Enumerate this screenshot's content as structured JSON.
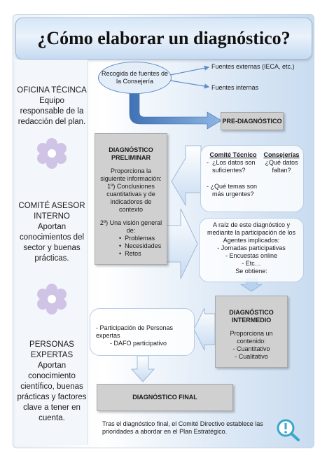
{
  "title": "¿Cómo elaborar un diagnóstico?",
  "sidebar": {
    "oficina": {
      "heading": "OFICINA TÉCINCA",
      "desc": "Equipo responsable de la redacción del plan."
    },
    "comite": {
      "heading": "COMITÉ ASESOR INTERNO",
      "desc": "Aportan conocimientos del sector y buenas prácticas."
    },
    "expertas": {
      "heading": "PERSONAS EXPERTAS",
      "desc": "Aportan conocimiento científico, buenas prácticas y factores clave a tener en cuenta."
    }
  },
  "flow": {
    "recogida": "Recogida de fuentes de la Consejería",
    "fuentes_externas": "Fuentes externas (IECA, etc.)",
    "fuentes_internas": "Fuentes internas",
    "pre_diagnostico": "PRE-DIAGNÓSTICO",
    "comite_tecnico": {
      "title": "Comité Técnico",
      "q1": "¿Los datos son suficientes?",
      "q2": "¿Qué temas son más urgentes?"
    },
    "consejerias": {
      "title": "Consejerías",
      "q1": "¿Qué datos faltan?"
    },
    "preliminar": {
      "title": "DIAGNÓSTICO PRELIMINAR",
      "intro": "Proporciona la siguiente información:",
      "p1": "1º) Conclusiones cuantitativas y de indicadores de contexto",
      "p2": "2º) Una visión general de:",
      "items": [
        "Problemas",
        "Necesidades",
        "Retos"
      ]
    },
    "agentes": {
      "intro": "A raíz de este diagnóstico y mediante la participación de los Agentes implicados:",
      "items": [
        "- Jornadas participativas",
        "- Encuestas online",
        "- Etc…"
      ],
      "outro": "Se obtiene:"
    },
    "intermedio": {
      "title": "DIAGNÓSTICO INTERMEDIO",
      "intro": "Proporciona un contenido:",
      "items": [
        "-   Cuantitativo",
        "-   Cualitativo"
      ]
    },
    "participacion": {
      "items": [
        "-   Participación de Personas expertas",
        "-   DAFO participativo"
      ]
    },
    "final": "DIAGNÓSTICO FINAL",
    "footer": "Tras el diagnóstico final, el Comité Directivo establece las prioridades a abordar en el Plan Estratégico."
  },
  "colors": {
    "arrow": "#5b8dc9",
    "box_gray": "#d0d0d0",
    "title_bg": "#d6e6f7"
  },
  "icons": [
    "gear-icon",
    "gear-icon",
    "search-info-icon"
  ]
}
